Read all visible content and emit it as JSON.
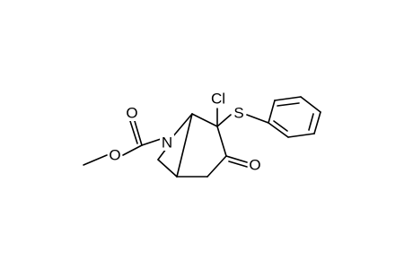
{
  "molecule": {
    "atoms": {
      "oxygen_ester_carbonyl": "O",
      "oxygen_ester_single": "O",
      "nitrogen": "N",
      "chlorine": "Cl",
      "sulfur": "S",
      "oxygen_ketone": "O"
    }
  }
}
